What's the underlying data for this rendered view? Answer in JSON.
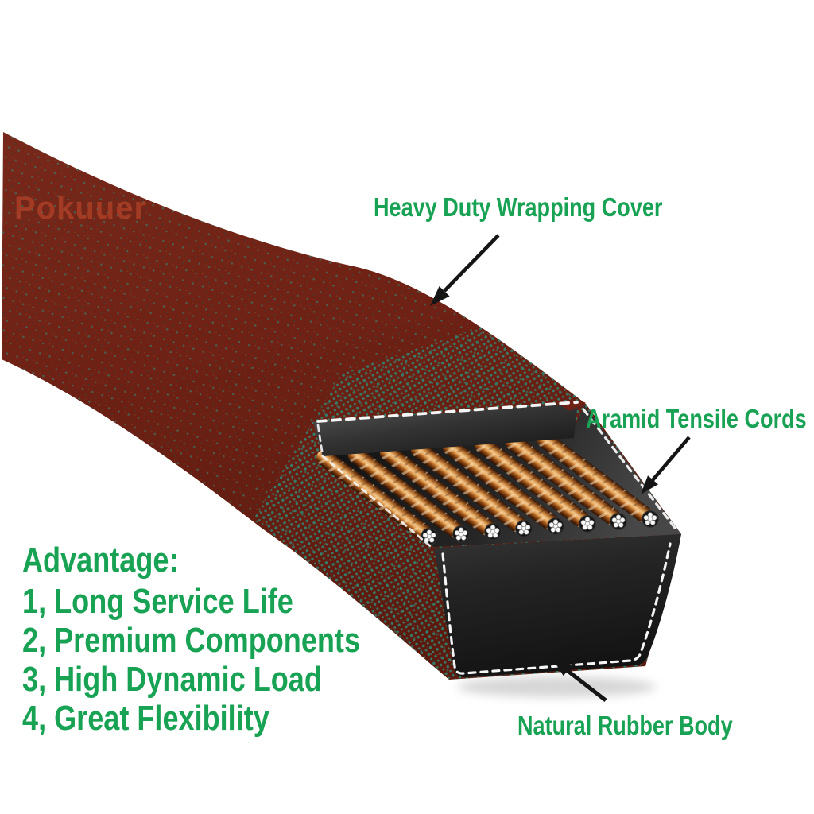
{
  "watermark": "Pokuuer",
  "callouts": {
    "cover": {
      "label": "Heavy Duty Wrapping Cover"
    },
    "cords": {
      "label": "Aramid Tensile Cords"
    },
    "body": {
      "label": "Natural Rubber Body"
    }
  },
  "advantages": {
    "title": "Advantage:",
    "items": [
      "1, Long Service Life",
      "2, Premium Components",
      "3, High Dynamic Load",
      "4, Great Flexibility"
    ]
  },
  "colors": {
    "label_green": "#17a254",
    "belt_maroon": "#6e2114",
    "watermark_red": "#b14028",
    "cord_copper": "#c9823a",
    "rubber_black": "#1d1d1d",
    "speckle_teal": "#2f8573",
    "stitch_white": "#f5f5f5",
    "arrow_black": "#151515"
  }
}
